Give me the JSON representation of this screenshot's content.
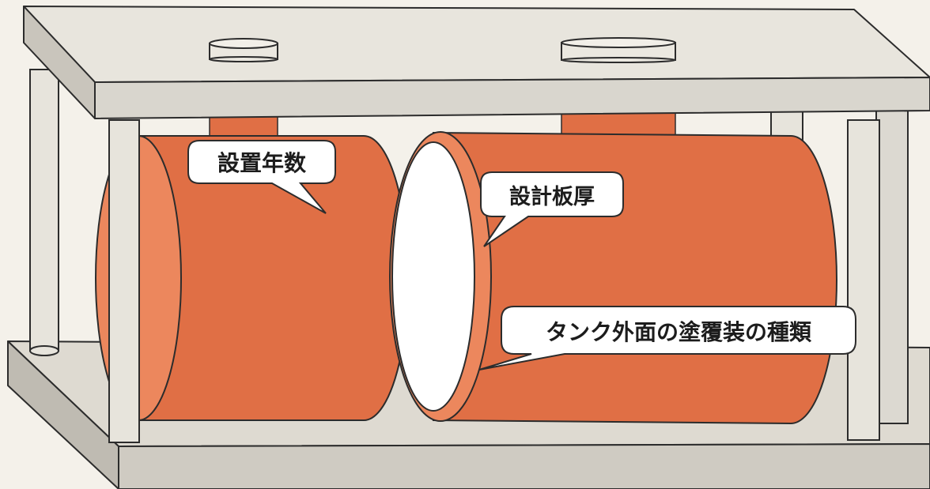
{
  "labels": {
    "installation_years": "設置年数",
    "design_thickness": "設計板厚",
    "coating_type": "タンク外面の塗覆装の種類"
  },
  "colors": {
    "background": "#f4f1ea",
    "frame_fill": "#e5e2da",
    "frame_stroke": "#2c2c2c",
    "tank_fill": "#e06f45",
    "tank_end_fill": "#ec875d",
    "callout_fill": "#ffffff"
  }
}
